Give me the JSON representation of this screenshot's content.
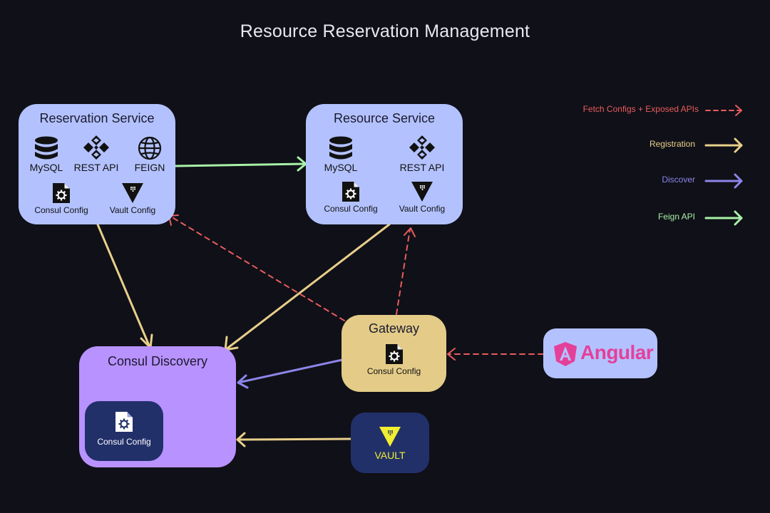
{
  "title": "Resource Reservation Management",
  "nodes": {
    "reservation": {
      "title": "Reservation Service",
      "components": {
        "mysql": "MySQL",
        "rest": "REST API",
        "feign": "FEIGN",
        "consul": "Consul Config",
        "vault": "Vault Config"
      }
    },
    "resource": {
      "title": "Resource Service",
      "components": {
        "mysql": "MySQL",
        "rest": "REST API",
        "consul": "Consul Config",
        "vault": "Vault Config"
      }
    },
    "gateway": {
      "title": "Gateway",
      "consul": "Consul Config"
    },
    "consul_discovery": {
      "title": "Consul Discovery",
      "consul": "Consul Config"
    },
    "angular": {
      "label": "Angular"
    },
    "vault": {
      "label": "VAULT"
    }
  },
  "legend": {
    "fetch": "Fetch Configs + Exposed APIs",
    "registration": "Registration",
    "discover": "Discover",
    "feign": "Feign API"
  },
  "colors": {
    "background": "#101018",
    "service_node": "#b3c2ff",
    "gateway_node": "#e4cc88",
    "consul_node": "#b892ff",
    "consul_inner": "#22306a",
    "vault_node": "#22306a",
    "vault_yellow": "#f0ee30",
    "angular_pink": "#e4409a",
    "fetch_arrow": "#e85d5d",
    "registration_arrow": "#e8cf8a",
    "discover_arrow": "#8c85e8",
    "feign_arrow": "#a8f0a8"
  },
  "icons": [
    "database-icon",
    "rest-api-icon",
    "globe-icon",
    "config-file-icon",
    "vault-icon",
    "angular-logo"
  ]
}
